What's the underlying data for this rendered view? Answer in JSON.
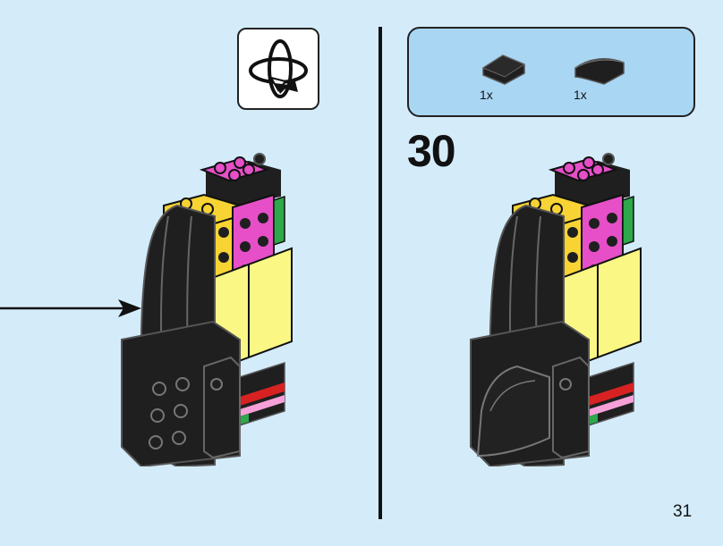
{
  "step": {
    "number": "30"
  },
  "page": {
    "number": "31"
  },
  "parts": [
    {
      "icon": "black-slope-tile-icon",
      "quantity": "1x"
    },
    {
      "icon": "black-curved-slope-icon",
      "quantity": "1x"
    }
  ],
  "icons": {
    "rotate": "rotate-model-icon",
    "arrow": "pointer-arrow-icon"
  },
  "colors": {
    "background": "#d4ecfa",
    "parts_panel": "#a9d6f3",
    "brick_black": "#1f1f1f",
    "brick_yellow": "#f7d433",
    "brick_pink": "#e64fc8",
    "brick_light_yellow": "#fbf785",
    "brick_red": "#d82222",
    "brick_green": "#2da84a"
  }
}
